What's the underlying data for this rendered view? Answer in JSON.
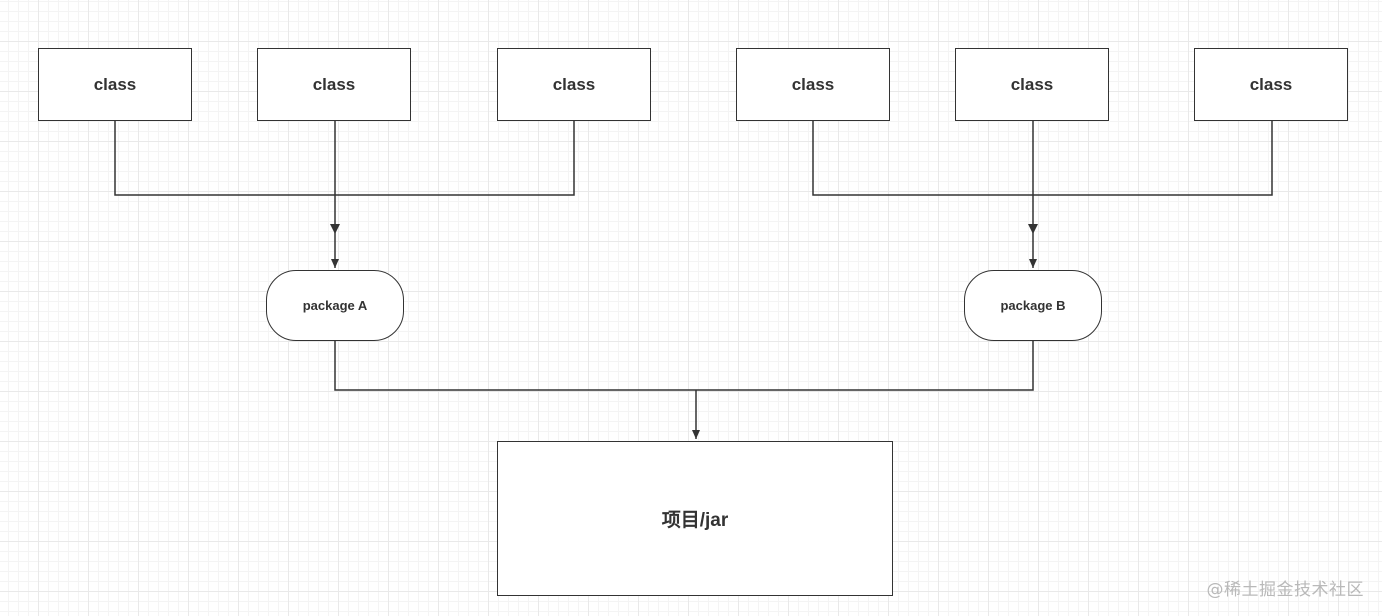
{
  "diagram": {
    "classes": [
      {
        "label": "class"
      },
      {
        "label": "class"
      },
      {
        "label": "class"
      },
      {
        "label": "class"
      },
      {
        "label": "class"
      },
      {
        "label": "class"
      }
    ],
    "packages": [
      {
        "label": "package A"
      },
      {
        "label": "package B"
      }
    ],
    "project": {
      "label": "项目/jar"
    },
    "edges": [
      {
        "from": "class-1",
        "to": "package-a"
      },
      {
        "from": "class-2",
        "to": "package-a"
      },
      {
        "from": "class-3",
        "to": "package-a"
      },
      {
        "from": "class-4",
        "to": "package-b"
      },
      {
        "from": "class-5",
        "to": "package-b"
      },
      {
        "from": "class-6",
        "to": "package-b"
      },
      {
        "from": "package-a",
        "to": "project"
      },
      {
        "from": "package-b",
        "to": "project"
      }
    ]
  },
  "watermark": "@稀土掘金技术社区",
  "colors": {
    "line": "#333333",
    "node_border": "#333333",
    "text": "#333333",
    "grid": "#e9e9e9",
    "watermark": "#b9b9b9"
  }
}
